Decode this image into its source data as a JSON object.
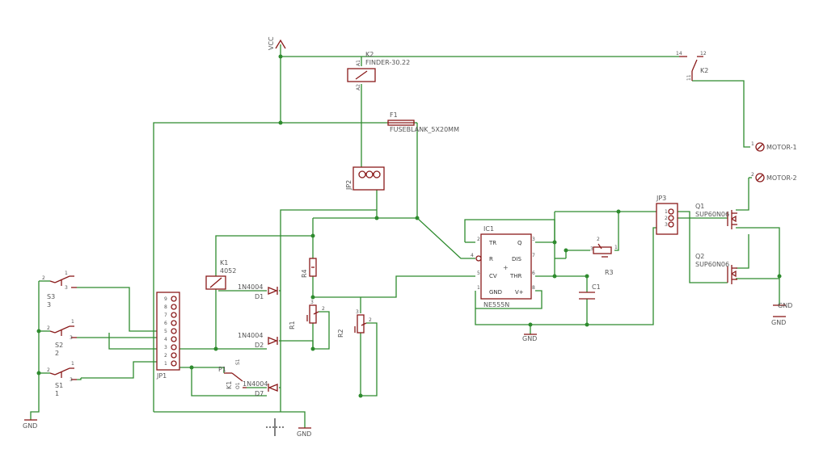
{
  "labels": {
    "vcc": "VCC",
    "k2_name": "K2",
    "k2_value": "FINDER-30.22",
    "k2_a1": "A1",
    "k2_a2": "A2",
    "k2_contact": "K2",
    "k2_pin14": "14",
    "k2_pin12": "12",
    "k2_pin11": "11",
    "f1_name": "F1",
    "f1_value": "FUSEBLANK_5X20MM",
    "motor1": "MOTOR-1",
    "motor2": "MOTOR-2",
    "motor_pin1": "1",
    "motor_pin2": "2",
    "jp2": "JP2",
    "jp3": "JP3",
    "jp1": "JP1",
    "k1_name": "K1",
    "k1_value": "4052",
    "k1_contact": "K1",
    "d1_value": "1N4004",
    "d1_name": "D1",
    "d2_value": "1N4004",
    "d2_name": "D2",
    "d7_value": "1N4004",
    "d7_name": "D7",
    "r4": "R4",
    "r1": "R1",
    "r2": "R2",
    "r3": "R3",
    "ic1_name": "IC1",
    "ic1_value": "NE555N",
    "ic1_tr": "TR",
    "ic1_q": "Q",
    "ic1_r": "R",
    "ic1_dis": "DIS",
    "ic1_cv": "CV",
    "ic1_thr": "THR",
    "ic1_gnd": "GND",
    "ic1_vplus": "V+",
    "ic1_plus": "+",
    "c1": "C1",
    "q1_name": "Q1",
    "q1_value": "SUP60N06",
    "q2_name": "Q2",
    "q2_value": "SUP60N06",
    "s1_name": "S1",
    "s1_value": "1",
    "s2_name": "S2",
    "s2_value": "2",
    "s3_name": "S3",
    "s3_value": "3",
    "p1": "P1",
    "gnd": "GND",
    "pin1": "1",
    "pin2": "2",
    "pin3": "3",
    "pin4": "4",
    "pin5": "5",
    "pin6": "6",
    "pin7": "7",
    "pin8": "8",
    "pin9": "9",
    "k1_pinS1": "S1",
    "k1_pinO1": "O1"
  },
  "colors": {
    "wire": "#2e8b2e",
    "part": "#8a1a1a",
    "text": "#555555"
  }
}
